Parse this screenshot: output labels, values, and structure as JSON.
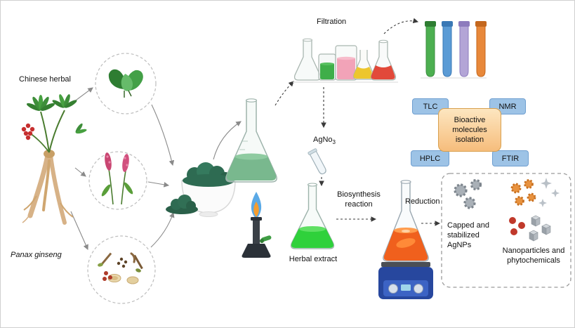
{
  "diagram": {
    "source": {
      "title": "Chinese herbal",
      "species": "Panax ginseng"
    },
    "process": {
      "filtration": "Filtration",
      "agno3_base": "AgNo",
      "agno3_sub": "3",
      "herbal_extract": "Herbal extract",
      "biosynthesis": "Biosynthesis reaction",
      "reduction": "Reduction"
    },
    "analysis": {
      "tlc": "TLC",
      "nmr": "NMR",
      "hplc": "HPLC",
      "ftir": "FTIR",
      "bioactive": "Bioactive molecules isolation"
    },
    "results": {
      "capped": "Capped and stabilized AgNPs",
      "nanoparticles": "Nanoparticles and phytochemicals"
    },
    "colors": {
      "chip_blue": "#9dc3e6",
      "bioactive_orange": "#f6bd7c",
      "herbal_extract_green": "#2fd13b",
      "reaction_orange": "#f0601d",
      "powder_green": "#2e6b52",
      "agnp_gray": "#a9b0b7",
      "phytochemical_orange": "#e8923f"
    }
  }
}
